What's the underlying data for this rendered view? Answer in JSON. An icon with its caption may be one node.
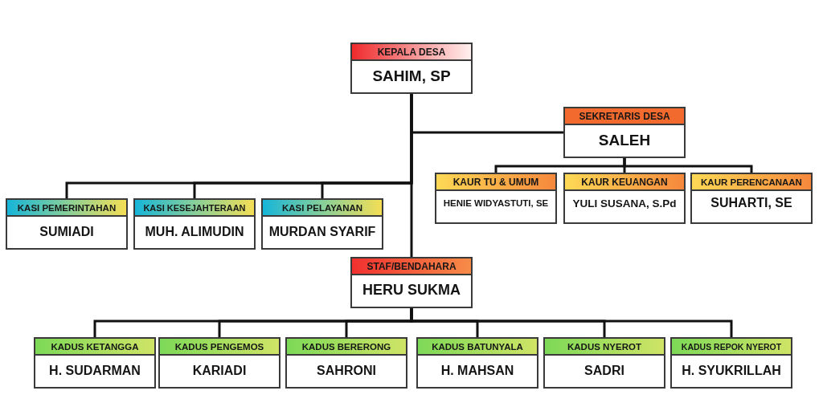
{
  "diagram": {
    "nodes": [
      {
        "text": [
          "KEPALA DESA",
          "SAHIM, SP"
        ]
      },
      {
        "text": [
          "SEKRETARIS DESA",
          "SALEH"
        ]
      },
      {
        "text": [
          "KAUR TU & UMUM",
          "HENIE WIDYASTUTI, SE"
        ]
      },
      {
        "text": [
          "KAUR KEUANGAN",
          "YULI SUSANA, S.Pd"
        ]
      },
      {
        "text": [
          "KAUR PERENCANAAN",
          "SUHARTI, SE"
        ]
      },
      {
        "text": [
          "KASI PEMERINTAHAN",
          "SUMIADI"
        ]
      },
      {
        "text": [
          "KASI KESEJAHTERAAN",
          "MUH. ALIMUDIN"
        ]
      },
      {
        "text": [
          "KASI PELAYANAN",
          "MURDAN SYARIF"
        ]
      },
      {
        "text": [
          "STAF/BENDAHARA",
          "HERU SUKMA"
        ]
      },
      {
        "text": [
          "KADUS KETANGGA",
          "H. SUDARMAN"
        ]
      },
      {
        "text": [
          "KADUS PENGEMOS",
          "KARIADI"
        ]
      },
      {
        "text": [
          "KADUS BERERONG",
          "SAHRONI"
        ]
      },
      {
        "text": [
          "KADUS BATUNYALA",
          "H. MAHSAN"
        ]
      },
      {
        "text": [
          "KADUS NYEROT",
          "SADRI"
        ]
      },
      {
        "text": [
          "KADUS REPOK NYEROT",
          "H. SYUKRILLAH"
        ]
      }
    ],
    "edges": [
      {
        "from": 0,
        "to": 1,
        "arrow": "none"
      },
      {
        "from": 1,
        "to": 2,
        "arrow": "none"
      },
      {
        "from": 1,
        "to": 3,
        "arrow": "none"
      },
      {
        "from": 1,
        "to": 4,
        "arrow": "none"
      },
      {
        "from": 0,
        "to": 5,
        "arrow": "none"
      },
      {
        "from": 0,
        "to": 6,
        "arrow": "none"
      },
      {
        "from": 0,
        "to": 7,
        "arrow": "none"
      },
      {
        "from": 0,
        "to": 8,
        "arrow": "none"
      },
      {
        "from": 8,
        "to": 9,
        "arrow": "none"
      },
      {
        "from": 8,
        "to": 10,
        "arrow": "none"
      },
      {
        "from": 8,
        "to": 11,
        "arrow": "none"
      },
      {
        "from": 8,
        "to": 12,
        "arrow": "none"
      },
      {
        "from": 8,
        "to": 13,
        "arrow": "none"
      },
      {
        "from": 8,
        "to": 14,
        "arrow": "none"
      }
    ]
  }
}
